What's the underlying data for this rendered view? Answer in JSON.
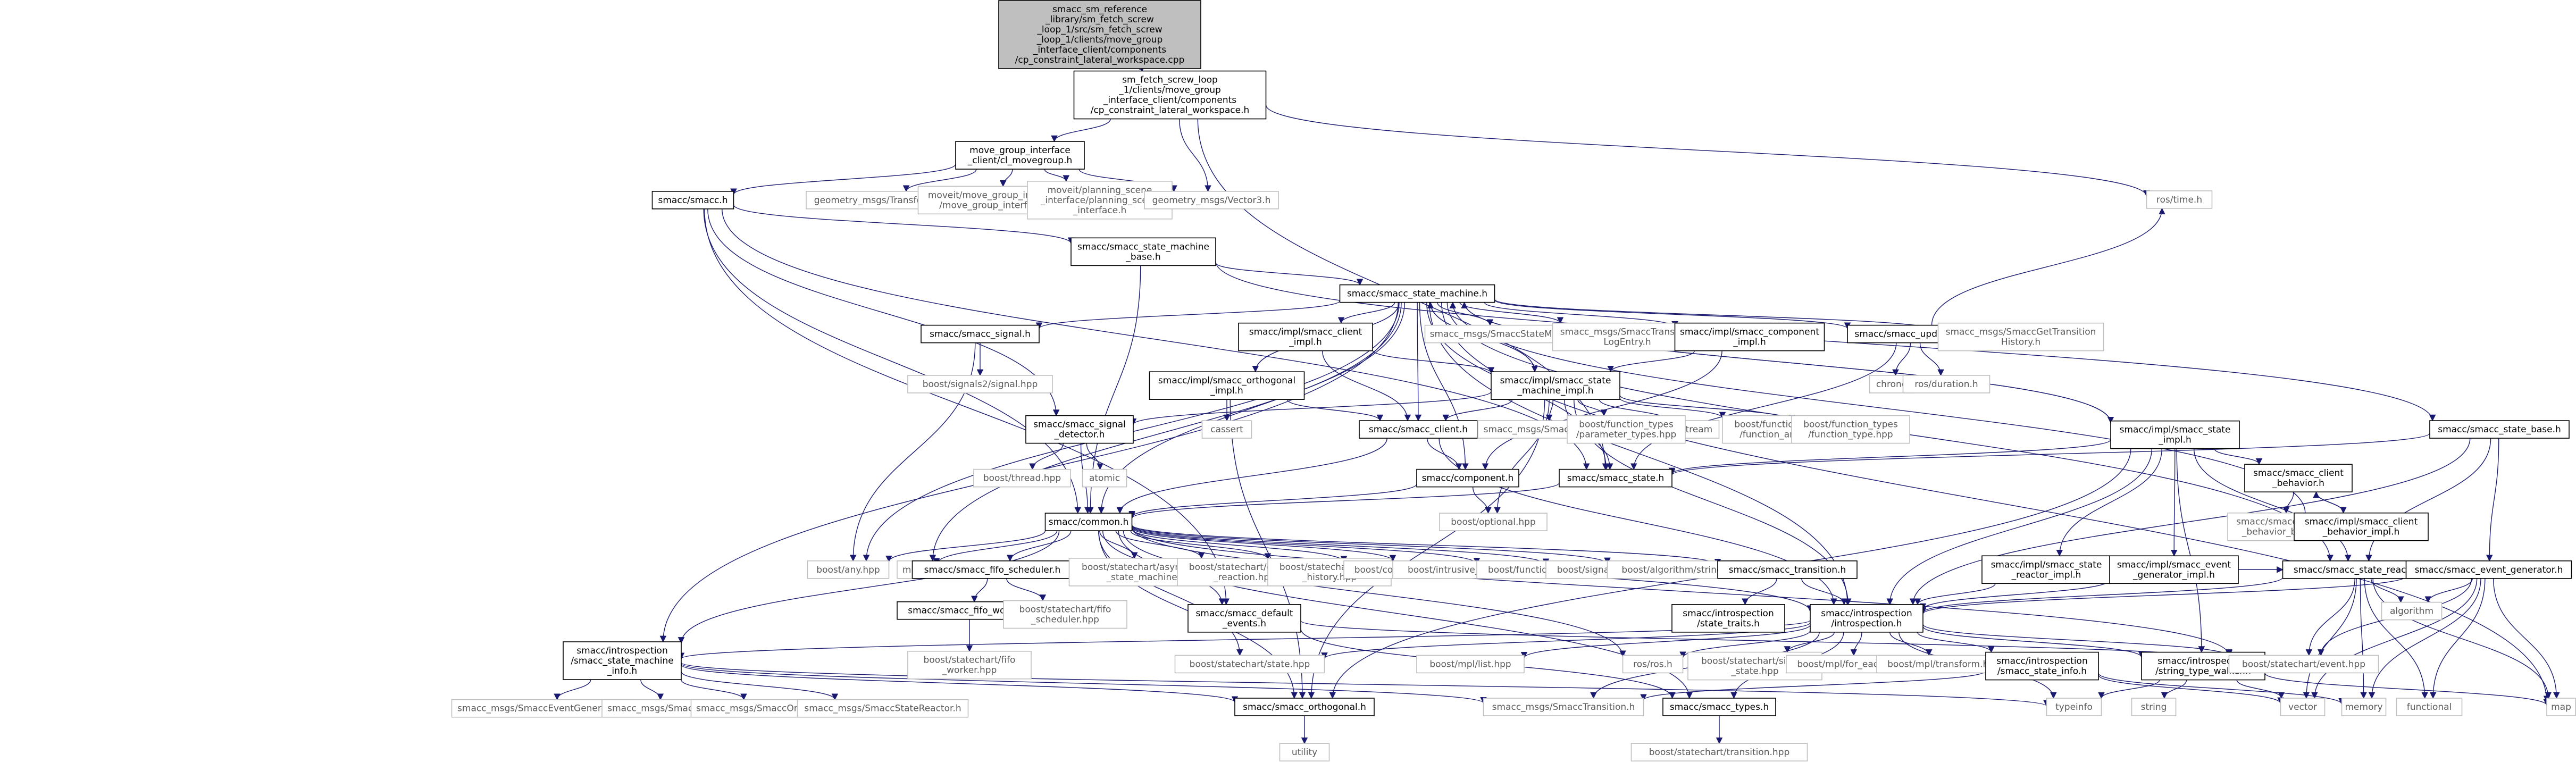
{
  "colors": {
    "edge": "#191970",
    "border": "#000000",
    "ext_border": "#bfbfbf",
    "root_fill": "#bfbfbf",
    "node_fill": "#ffffff",
    "ext_text": "#5a5a5a"
  },
  "nodes": [
    {
      "id": "n0",
      "lines": [
        "smacc_sm_reference",
        "_library/sm_fetch_screw",
        "_loop_1/src/sm_fetch_screw",
        "_loop_1/clients/move_group",
        "_interface_client/components",
        "/cp_constraint_lateral_workspace.cpp"
      ],
      "kind": "root"
    },
    {
      "id": "n1",
      "lines": [
        "sm_fetch_screw_loop",
        "_1/clients/move_group",
        "_interface_client/components",
        "/cp_constraint_lateral_workspace.h"
      ],
      "kind": "doc"
    },
    {
      "id": "n2",
      "lines": [
        "move_group_interface",
        "_client/cl_movegroup.h"
      ],
      "kind": "doc"
    },
    {
      "id": "n3",
      "lines": [
        "ros/time.h"
      ],
      "kind": "ext"
    },
    {
      "id": "n4",
      "lines": [
        "smacc/smacc.h"
      ],
      "kind": "doc"
    },
    {
      "id": "n5",
      "lines": [
        "geometry_msgs/Transform.h"
      ],
      "kind": "ext"
    },
    {
      "id": "n6",
      "lines": [
        "moveit/move_group_interface",
        "/move_group_interface.h"
      ],
      "kind": "ext"
    },
    {
      "id": "n7",
      "lines": [
        "moveit/planning_scene",
        "_interface/planning_scene",
        "_interface.h"
      ],
      "kind": "ext"
    },
    {
      "id": "n8",
      "lines": [
        "geometry_msgs/Vector3.h"
      ],
      "kind": "ext"
    },
    {
      "id": "n9",
      "lines": [
        "smacc/smacc_state_machine",
        "_base.h"
      ],
      "kind": "doc"
    },
    {
      "id": "n10",
      "lines": [
        "smacc/smacc_state_machine.h"
      ],
      "kind": "doc"
    },
    {
      "id": "n11",
      "lines": [
        "smacc/smacc_signal.h"
      ],
      "kind": "doc"
    },
    {
      "id": "n12",
      "lines": [
        "smacc/impl/smacc_client",
        "_impl.h"
      ],
      "kind": "doc"
    },
    {
      "id": "n13",
      "lines": [
        "smacc_msgs/SmaccStateMachine.h"
      ],
      "kind": "ext"
    },
    {
      "id": "n14",
      "lines": [
        "smacc_msgs/SmaccTransition",
        "LogEntry.h"
      ],
      "kind": "ext"
    },
    {
      "id": "n15",
      "lines": [
        "smacc/impl/smacc_component",
        "_impl.h"
      ],
      "kind": "doc"
    },
    {
      "id": "n16",
      "lines": [
        "smacc/smacc_updatable.h"
      ],
      "kind": "doc"
    },
    {
      "id": "n17",
      "lines": [
        "smacc_msgs/SmaccGetTransition",
        "History.h"
      ],
      "kind": "ext"
    },
    {
      "id": "n18",
      "lines": [
        "boost/signals2/signal.hpp"
      ],
      "kind": "ext"
    },
    {
      "id": "n19",
      "lines": [
        "smacc/impl/smacc_orthogonal",
        "_impl.h"
      ],
      "kind": "doc"
    },
    {
      "id": "n20",
      "lines": [
        "smacc/impl/smacc_state",
        "_machine_impl.h"
      ],
      "kind": "doc"
    },
    {
      "id": "n21",
      "lines": [
        "chrono"
      ],
      "kind": "ext"
    },
    {
      "id": "n22",
      "lines": [
        "ros/duration.h"
      ],
      "kind": "ext"
    },
    {
      "id": "n23",
      "lines": [
        "smacc/smacc_signal",
        "_detector.h"
      ],
      "kind": "doc"
    },
    {
      "id": "n24",
      "lines": [
        "cassert"
      ],
      "kind": "ext"
    },
    {
      "id": "n25",
      "lines": [
        "smacc/smacc_client.h"
      ],
      "kind": "doc"
    },
    {
      "id": "n26",
      "lines": [
        "smacc_msgs/SmaccStatus.h"
      ],
      "kind": "ext"
    },
    {
      "id": "n27",
      "lines": [
        "sstream"
      ],
      "kind": "ext"
    },
    {
      "id": "n28",
      "lines": [
        "boost/function_types",
        "/parameter_types.hpp"
      ],
      "kind": "ext"
    },
    {
      "id": "n29",
      "lines": [
        "boost/function_types",
        "/function_arity.hpp"
      ],
      "kind": "ext"
    },
    {
      "id": "n30",
      "lines": [
        "boost/function_types",
        "/function_type.hpp"
      ],
      "kind": "ext"
    },
    {
      "id": "n31",
      "lines": [
        "smacc/impl/smacc_state",
        "_impl.h"
      ],
      "kind": "doc"
    },
    {
      "id": "n32",
      "lines": [
        "smacc/smacc_state_base.h"
      ],
      "kind": "doc"
    },
    {
      "id": "n33",
      "lines": [
        "boost/thread.hpp"
      ],
      "kind": "ext"
    },
    {
      "id": "n34",
      "lines": [
        "atomic"
      ],
      "kind": "ext"
    },
    {
      "id": "n35",
      "lines": [
        "smacc/component.h"
      ],
      "kind": "doc"
    },
    {
      "id": "n36",
      "lines": [
        "smacc/smacc_state.h"
      ],
      "kind": "doc"
    },
    {
      "id": "n37",
      "lines": [
        "smacc/smacc_client",
        "_behavior.h"
      ],
      "kind": "doc"
    },
    {
      "id": "n38",
      "lines": [
        "boost/optional.hpp"
      ],
      "kind": "ext"
    },
    {
      "id": "n39",
      "lines": [
        "smacc/common.h"
      ],
      "kind": "doc"
    },
    {
      "id": "n40",
      "lines": [
        "smacc/smacc_client",
        "_behavior_base.h"
      ],
      "kind": "ext"
    },
    {
      "id": "n41",
      "lines": [
        "smacc/impl/smacc_client",
        "_behavior_impl.h"
      ],
      "kind": "doc"
    },
    {
      "id": "n42",
      "lines": [
        "smacc/impl/smacc_state",
        "_reactor_impl.h"
      ],
      "kind": "doc"
    },
    {
      "id": "n43",
      "lines": [
        "smacc/impl/smacc_event",
        "_generator_impl.h"
      ],
      "kind": "doc"
    },
    {
      "id": "n44",
      "lines": [
        "boost/any.hpp"
      ],
      "kind": "ext"
    },
    {
      "id": "n45",
      "lines": [
        "mutex"
      ],
      "kind": "ext"
    },
    {
      "id": "n46",
      "lines": [
        "smacc/smacc_fifo_scheduler.h"
      ],
      "kind": "doc"
    },
    {
      "id": "n47",
      "lines": [
        "boost/statechart/asynchronous",
        "_state_machine.hpp"
      ],
      "kind": "ext"
    },
    {
      "id": "n48",
      "lines": [
        "boost/statechart/custom",
        "_reaction.hpp"
      ],
      "kind": "ext"
    },
    {
      "id": "n49",
      "lines": [
        "boost/statechart/deep",
        "_history.hpp"
      ],
      "kind": "ext"
    },
    {
      "id": "n50",
      "lines": [
        "boost/config.hpp"
      ],
      "kind": "ext"
    },
    {
      "id": "n51",
      "lines": [
        "boost/intrusive_ptr.hpp"
      ],
      "kind": "ext"
    },
    {
      "id": "n52",
      "lines": [
        "boost/function.hpp"
      ],
      "kind": "ext"
    },
    {
      "id": "n53",
      "lines": [
        "boost/signals2.hpp"
      ],
      "kind": "ext"
    },
    {
      "id": "n54",
      "lines": [
        "boost/algorithm/string.hpp"
      ],
      "kind": "ext"
    },
    {
      "id": "n55",
      "lines": [
        "smacc/smacc_transition.h"
      ],
      "kind": "doc"
    },
    {
      "id": "n56",
      "lines": [
        "smacc/smacc_state_reactor.h"
      ],
      "kind": "doc"
    },
    {
      "id": "n57",
      "lines": [
        "smacc/smacc_event_generator.h"
      ],
      "kind": "doc"
    },
    {
      "id": "n58",
      "lines": [
        "smacc/smacc_fifo_worker.h"
      ],
      "kind": "doc"
    },
    {
      "id": "n59",
      "lines": [
        "boost/statechart/fifo",
        "_scheduler.hpp"
      ],
      "kind": "ext"
    },
    {
      "id": "n60",
      "lines": [
        "smacc/smacc_default",
        "_events.h"
      ],
      "kind": "doc"
    },
    {
      "id": "n61",
      "lines": [
        "smacc/introspection",
        "/state_traits.h"
      ],
      "kind": "doc"
    },
    {
      "id": "n62",
      "lines": [
        "smacc/introspection",
        "/introspection.h"
      ],
      "kind": "doc"
    },
    {
      "id": "n63",
      "lines": [
        "algorithm"
      ],
      "kind": "ext"
    },
    {
      "id": "n64",
      "lines": [
        "boost/statechart/fifo",
        "_worker.hpp"
      ],
      "kind": "ext"
    },
    {
      "id": "n65",
      "lines": [
        "smacc/introspection",
        "/smacc_state_machine",
        "_info.h"
      ],
      "kind": "doc"
    },
    {
      "id": "n66",
      "lines": [
        "boost/statechart/state.hpp"
      ],
      "kind": "ext"
    },
    {
      "id": "n67",
      "lines": [
        "boost/mpl/list.hpp"
      ],
      "kind": "ext"
    },
    {
      "id": "n68",
      "lines": [
        "ros/ros.h"
      ],
      "kind": "ext"
    },
    {
      "id": "n69",
      "lines": [
        "boost/statechart/simple",
        "_state.hpp"
      ],
      "kind": "ext"
    },
    {
      "id": "n70",
      "lines": [
        "boost/mpl/for_each.hpp"
      ],
      "kind": "ext"
    },
    {
      "id": "n71",
      "lines": [
        "boost/mpl/transform.hpp"
      ],
      "kind": "ext"
    },
    {
      "id": "n72",
      "lines": [
        "smacc/introspection",
        "/smacc_state_info.h"
      ],
      "kind": "doc"
    },
    {
      "id": "n73",
      "lines": [
        "smacc/introspection",
        "/string_type_walker.h"
      ],
      "kind": "doc"
    },
    {
      "id": "n74",
      "lines": [
        "boost/statechart/event.hpp"
      ],
      "kind": "ext"
    },
    {
      "id": "n75",
      "lines": [
        "smacc_msgs/SmaccEventGenerator.h"
      ],
      "kind": "ext"
    },
    {
      "id": "n76",
      "lines": [
        "smacc_msgs/SmaccState.h"
      ],
      "kind": "ext"
    },
    {
      "id": "n77",
      "lines": [
        "smacc_msgs/SmaccOrthogonal.h"
      ],
      "kind": "ext"
    },
    {
      "id": "n78",
      "lines": [
        "smacc_msgs/SmaccStateReactor.h"
      ],
      "kind": "ext"
    },
    {
      "id": "n79",
      "lines": [
        "smacc/smacc_orthogonal.h"
      ],
      "kind": "doc"
    },
    {
      "id": "n80",
      "lines": [
        "smacc_msgs/SmaccTransition.h"
      ],
      "kind": "ext"
    },
    {
      "id": "n81",
      "lines": [
        "smacc/smacc_types.h"
      ],
      "kind": "doc"
    },
    {
      "id": "n82",
      "lines": [
        "typeinfo"
      ],
      "kind": "ext"
    },
    {
      "id": "n83",
      "lines": [
        "string"
      ],
      "kind": "ext"
    },
    {
      "id": "n84",
      "lines": [
        "vector"
      ],
      "kind": "ext"
    },
    {
      "id": "n85",
      "lines": [
        "memory"
      ],
      "kind": "ext"
    },
    {
      "id": "n86",
      "lines": [
        "functional"
      ],
      "kind": "ext"
    },
    {
      "id": "n87",
      "lines": [
        "map"
      ],
      "kind": "ext"
    },
    {
      "id": "n88",
      "lines": [
        "utility"
      ],
      "kind": "ext"
    },
    {
      "id": "n89",
      "lines": [
        "boost/statechart/transition.hpp"
      ],
      "kind": "ext"
    }
  ],
  "edges": [
    [
      "n0",
      "n1"
    ],
    [
      "n1",
      "n2"
    ],
    [
      "n1",
      "n3"
    ],
    [
      "n1",
      "n8"
    ],
    [
      "n1",
      "n36"
    ],
    [
      "n2",
      "n4"
    ],
    [
      "n2",
      "n5"
    ],
    [
      "n2",
      "n6"
    ],
    [
      "n2",
      "n7"
    ],
    [
      "n2",
      "n8"
    ],
    [
      "n4",
      "n9"
    ],
    [
      "n4",
      "n39"
    ],
    [
      "n4",
      "n23"
    ],
    [
      "n4",
      "n60"
    ],
    [
      "n4",
      "n36"
    ],
    [
      "n9",
      "n10"
    ],
    [
      "n9",
      "n32"
    ],
    [
      "n9",
      "n39"
    ],
    [
      "n10",
      "n11"
    ],
    [
      "n10",
      "n12"
    ],
    [
      "n10",
      "n13"
    ],
    [
      "n10",
      "n14"
    ],
    [
      "n10",
      "n15"
    ],
    [
      "n10",
      "n16"
    ],
    [
      "n10",
      "n17"
    ],
    [
      "n10",
      "n19"
    ],
    [
      "n10",
      "n20"
    ],
    [
      "n10",
      "n31"
    ],
    [
      "n10",
      "n25"
    ],
    [
      "n10",
      "n35"
    ],
    [
      "n10",
      "n36"
    ],
    [
      "n10",
      "n39"
    ],
    [
      "n10",
      "n44"
    ],
    [
      "n10",
      "n45"
    ],
    [
      "n10",
      "n56"
    ],
    [
      "n10",
      "n62"
    ],
    [
      "n10",
      "n65"
    ],
    [
      "n10",
      "n87"
    ],
    [
      "n11",
      "n18"
    ],
    [
      "n11",
      "n44"
    ],
    [
      "n12",
      "n20"
    ],
    [
      "n12",
      "n25"
    ],
    [
      "n15",
      "n20"
    ],
    [
      "n15",
      "n35"
    ],
    [
      "n16",
      "n3"
    ],
    [
      "n16",
      "n21"
    ],
    [
      "n16",
      "n22"
    ],
    [
      "n16",
      "n36"
    ],
    [
      "n19",
      "n24"
    ],
    [
      "n19",
      "n25"
    ],
    [
      "n19",
      "n79"
    ],
    [
      "n20",
      "n10"
    ],
    [
      "n20",
      "n23"
    ],
    [
      "n20",
      "n25"
    ],
    [
      "n20",
      "n26"
    ],
    [
      "n20",
      "n27"
    ],
    [
      "n20",
      "n28"
    ],
    [
      "n20",
      "n29"
    ],
    [
      "n20",
      "n30"
    ],
    [
      "n20",
      "n36"
    ],
    [
      "n20",
      "n62"
    ],
    [
      "n20",
      "n79"
    ],
    [
      "n20",
      "n38"
    ],
    [
      "n23",
      "n39"
    ],
    [
      "n23",
      "n33"
    ],
    [
      "n23",
      "n34"
    ],
    [
      "n25",
      "n35"
    ],
    [
      "n25",
      "n39"
    ],
    [
      "n25",
      "n62"
    ],
    [
      "n31",
      "n36"
    ],
    [
      "n31",
      "n37"
    ],
    [
      "n31",
      "n42"
    ],
    [
      "n31",
      "n43"
    ],
    [
      "n31",
      "n56"
    ],
    [
      "n31",
      "n62"
    ],
    [
      "n31",
      "n73"
    ],
    [
      "n31",
      "n79"
    ],
    [
      "n31",
      "n10"
    ],
    [
      "n32",
      "n36"
    ],
    [
      "n32",
      "n56"
    ],
    [
      "n32",
      "n57"
    ],
    [
      "n32",
      "n62"
    ],
    [
      "n35",
      "n39"
    ],
    [
      "n35",
      "n38"
    ],
    [
      "n36",
      "n39"
    ],
    [
      "n37",
      "n40"
    ],
    [
      "n37",
      "n41"
    ],
    [
      "n41",
      "n37"
    ],
    [
      "n41",
      "n10"
    ],
    [
      "n42",
      "n56"
    ],
    [
      "n42",
      "n62"
    ],
    [
      "n43",
      "n57"
    ],
    [
      "n43",
      "n62"
    ],
    [
      "n39",
      "n44"
    ],
    [
      "n39",
      "n45"
    ],
    [
      "n39",
      "n46"
    ],
    [
      "n39",
      "n47"
    ],
    [
      "n39",
      "n48"
    ],
    [
      "n39",
      "n49"
    ],
    [
      "n39",
      "n50"
    ],
    [
      "n39",
      "n51"
    ],
    [
      "n39",
      "n52"
    ],
    [
      "n39",
      "n53"
    ],
    [
      "n39",
      "n54"
    ],
    [
      "n39",
      "n55"
    ],
    [
      "n39",
      "n60"
    ],
    [
      "n39",
      "n62"
    ],
    [
      "n39",
      "n66"
    ],
    [
      "n39",
      "n68"
    ],
    [
      "n39",
      "n74"
    ],
    [
      "n39",
      "n81"
    ],
    [
      "n39",
      "n79"
    ],
    [
      "n39",
      "n65"
    ],
    [
      "n46",
      "n58"
    ],
    [
      "n46",
      "n59"
    ],
    [
      "n58",
      "n64"
    ],
    [
      "n55",
      "n61"
    ],
    [
      "n55",
      "n62"
    ],
    [
      "n56",
      "n62"
    ],
    [
      "n56",
      "n84"
    ],
    [
      "n56",
      "n85"
    ],
    [
      "n56",
      "n86"
    ],
    [
      "n56",
      "n87"
    ],
    [
      "n56",
      "n74"
    ],
    [
      "n56",
      "n63"
    ],
    [
      "n57",
      "n62"
    ],
    [
      "n57",
      "n63"
    ],
    [
      "n57",
      "n74"
    ],
    [
      "n57",
      "n84"
    ],
    [
      "n57",
      "n85"
    ],
    [
      "n57",
      "n86"
    ],
    [
      "n57",
      "n87"
    ],
    [
      "n60",
      "n74"
    ],
    [
      "n60",
      "n81"
    ],
    [
      "n62",
      "n66"
    ],
    [
      "n62",
      "n67"
    ],
    [
      "n62",
      "n68"
    ],
    [
      "n62",
      "n69"
    ],
    [
      "n62",
      "n70"
    ],
    [
      "n62",
      "n71"
    ],
    [
      "n62",
      "n72"
    ],
    [
      "n62",
      "n73"
    ],
    [
      "n62",
      "n74"
    ],
    [
      "n62",
      "n80"
    ],
    [
      "n62",
      "n81"
    ],
    [
      "n62",
      "n82"
    ],
    [
      "n62",
      "n65"
    ],
    [
      "n65",
      "n75"
    ],
    [
      "n65",
      "n76"
    ],
    [
      "n65",
      "n77"
    ],
    [
      "n65",
      "n78"
    ],
    [
      "n65",
      "n79"
    ],
    [
      "n65",
      "n80"
    ],
    [
      "n65",
      "n82"
    ],
    [
      "n72",
      "n84"
    ],
    [
      "n72",
      "n85"
    ],
    [
      "n72",
      "n80"
    ],
    [
      "n73",
      "n82"
    ],
    [
      "n73",
      "n83"
    ],
    [
      "n73",
      "n84"
    ],
    [
      "n73",
      "n87"
    ],
    [
      "n79",
      "n88"
    ],
    [
      "n81",
      "n89"
    ]
  ]
}
